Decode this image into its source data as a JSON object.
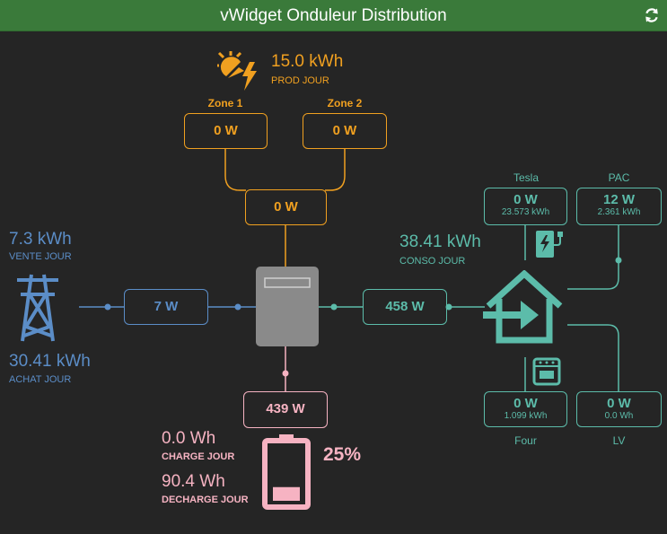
{
  "header": {
    "title": "vWidget Onduleur Distribution"
  },
  "colors": {
    "solar": "#f0a020",
    "grid": "#5b8dc7",
    "home": "#5cbcaa",
    "battery": "#f6b3c2",
    "inverter": "#8a8a8a",
    "header_bg": "#3a7a3a"
  },
  "solar": {
    "icon": "solar-sun-icon",
    "total": "15.0 kWh",
    "total_label": "PROD JOUR",
    "zone1": {
      "name": "Zone 1",
      "value": "0 W"
    },
    "zone2": {
      "name": "Zone 2",
      "value": "0 W"
    },
    "combined": "0 W"
  },
  "grid": {
    "icon": "power-pylon-icon",
    "sell": "7.3 kWh",
    "sell_label": "VENTE JOUR",
    "buy": "30.41 kWh",
    "buy_label": "ACHAT JOUR",
    "flow": "7 W"
  },
  "inverter": {
    "icon": "inverter-icon"
  },
  "home": {
    "icon": "home-import-icon",
    "total": "38.41 kWh",
    "total_label": "CONSO JOUR",
    "flow": "458 W",
    "tesla": {
      "name": "Tesla",
      "power": "0 W",
      "energy": "23.573 kWh",
      "icon": "ev-charger-icon"
    },
    "pac": {
      "name": "PAC",
      "power": "12 W",
      "energy": "2.361 kWh"
    },
    "four": {
      "name": "Four",
      "power": "0 W",
      "energy": "1.099 kWh",
      "icon": "oven-icon"
    },
    "lv": {
      "name": "LV",
      "power": "0 W",
      "energy": "0.0 Wh"
    }
  },
  "battery": {
    "icon": "battery-icon",
    "flow": "439 W",
    "charge": "0.0 Wh",
    "charge_label": "CHARGE JOUR",
    "discharge": "90.4 Wh",
    "discharge_label": "DECHARGE JOUR",
    "soc": "25%",
    "soc_fraction": 0.25
  }
}
